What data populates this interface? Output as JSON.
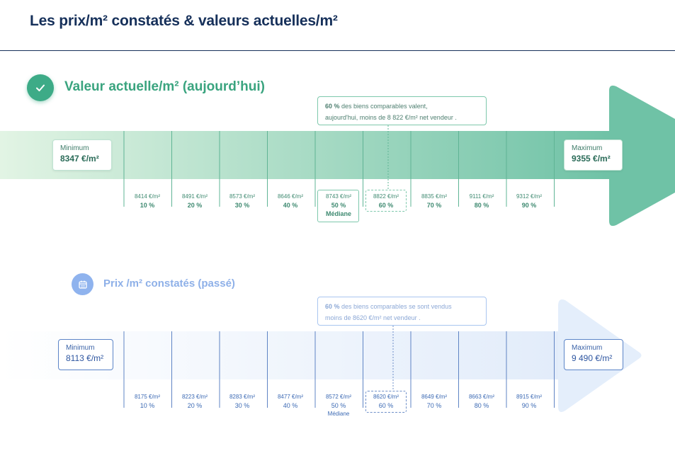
{
  "page": {
    "title": "Les prix/m² constatés & valeurs actuelles/m²"
  },
  "current": {
    "title": "Valeur actuelle/m² (aujourd’hui)",
    "icon": "check-icon",
    "callout_bold": "60 %",
    "callout_line1": " des biens comparables valent,",
    "callout_line2": "aujourd'hui, moins de 8 822 €/m² net vendeur .",
    "minimum_label": "Minimum",
    "minimum_value": "8347 €/m²",
    "maximum_label": "Maximum",
    "maximum_value": "9355 €/m²",
    "median_label": "Médiane",
    "deciles": [
      {
        "value": "8414 €/m²",
        "pct": "10 %"
      },
      {
        "value": "8491 €/m²",
        "pct": "20 %"
      },
      {
        "value": "8573 €/m²",
        "pct": "30 %"
      },
      {
        "value": "8646 €/m²",
        "pct": "40 %"
      },
      {
        "value": "8743 €/m²",
        "pct": "50 %"
      },
      {
        "value": "8822 €/m²",
        "pct": "60 %"
      },
      {
        "value": "8835 €/m²",
        "pct": "70 %"
      },
      {
        "value": "9111 €/m²",
        "pct": "80 %"
      },
      {
        "value": "9312 €/m²",
        "pct": "90 %"
      }
    ]
  },
  "past": {
    "title": "Prix /m² constatés (passé)",
    "icon": "calendar-icon",
    "callout_bold": "60 %",
    "callout_line1": " des biens comparables se sont vendus",
    "callout_line2": "moins de 8620 €/m² net vendeur .",
    "minimum_label": "Minimum",
    "minimum_value": "8113 €/m²",
    "maximum_label": "Maximum",
    "maximum_value": "9 490 €/m²",
    "median_label": "Médiane",
    "deciles": [
      {
        "value": "8175 €/m²",
        "pct": "10 %"
      },
      {
        "value": "8223 €/m²",
        "pct": "20 %"
      },
      {
        "value": "8283 €/m²",
        "pct": "30 %"
      },
      {
        "value": "8477 €/m²",
        "pct": "40 %"
      },
      {
        "value": "8572 €/m²",
        "pct": "50 %"
      },
      {
        "value": "8620 €/m²",
        "pct": "60 %"
      },
      {
        "value": "8649 €/m²",
        "pct": "70 %"
      },
      {
        "value": "8663 €/m²",
        "pct": "80 %"
      },
      {
        "value": "8915 €/m²",
        "pct": "90 %"
      }
    ]
  },
  "colors": {
    "title": "#16305a",
    "current_accent": "#3dab87",
    "past_accent": "#8fb3ee",
    "current_arrow": "#6fc2a6",
    "past_arrow": "#e4eefb"
  },
  "chart_data": [
    {
      "type": "table",
      "title": "Valeur actuelle/m² (aujourd’hui)",
      "minimum": 8347,
      "maximum": 9355,
      "categories": [
        "10 %",
        "20 %",
        "30 %",
        "40 %",
        "50 %",
        "60 %",
        "70 %",
        "80 %",
        "90 %"
      ],
      "values": [
        8414,
        8491,
        8573,
        8646,
        8743,
        8822,
        8835,
        9111,
        9312
      ],
      "unit": "€/m²"
    },
    {
      "type": "table",
      "title": "Prix /m² constatés (passé)",
      "minimum": 8113,
      "maximum": 9490,
      "categories": [
        "10 %",
        "20 %",
        "30 %",
        "40 %",
        "50 %",
        "60 %",
        "70 %",
        "80 %",
        "90 %"
      ],
      "values": [
        8175,
        8223,
        8283,
        8477,
        8572,
        8620,
        8649,
        8663,
        8915
      ],
      "unit": "€/m²"
    }
  ]
}
